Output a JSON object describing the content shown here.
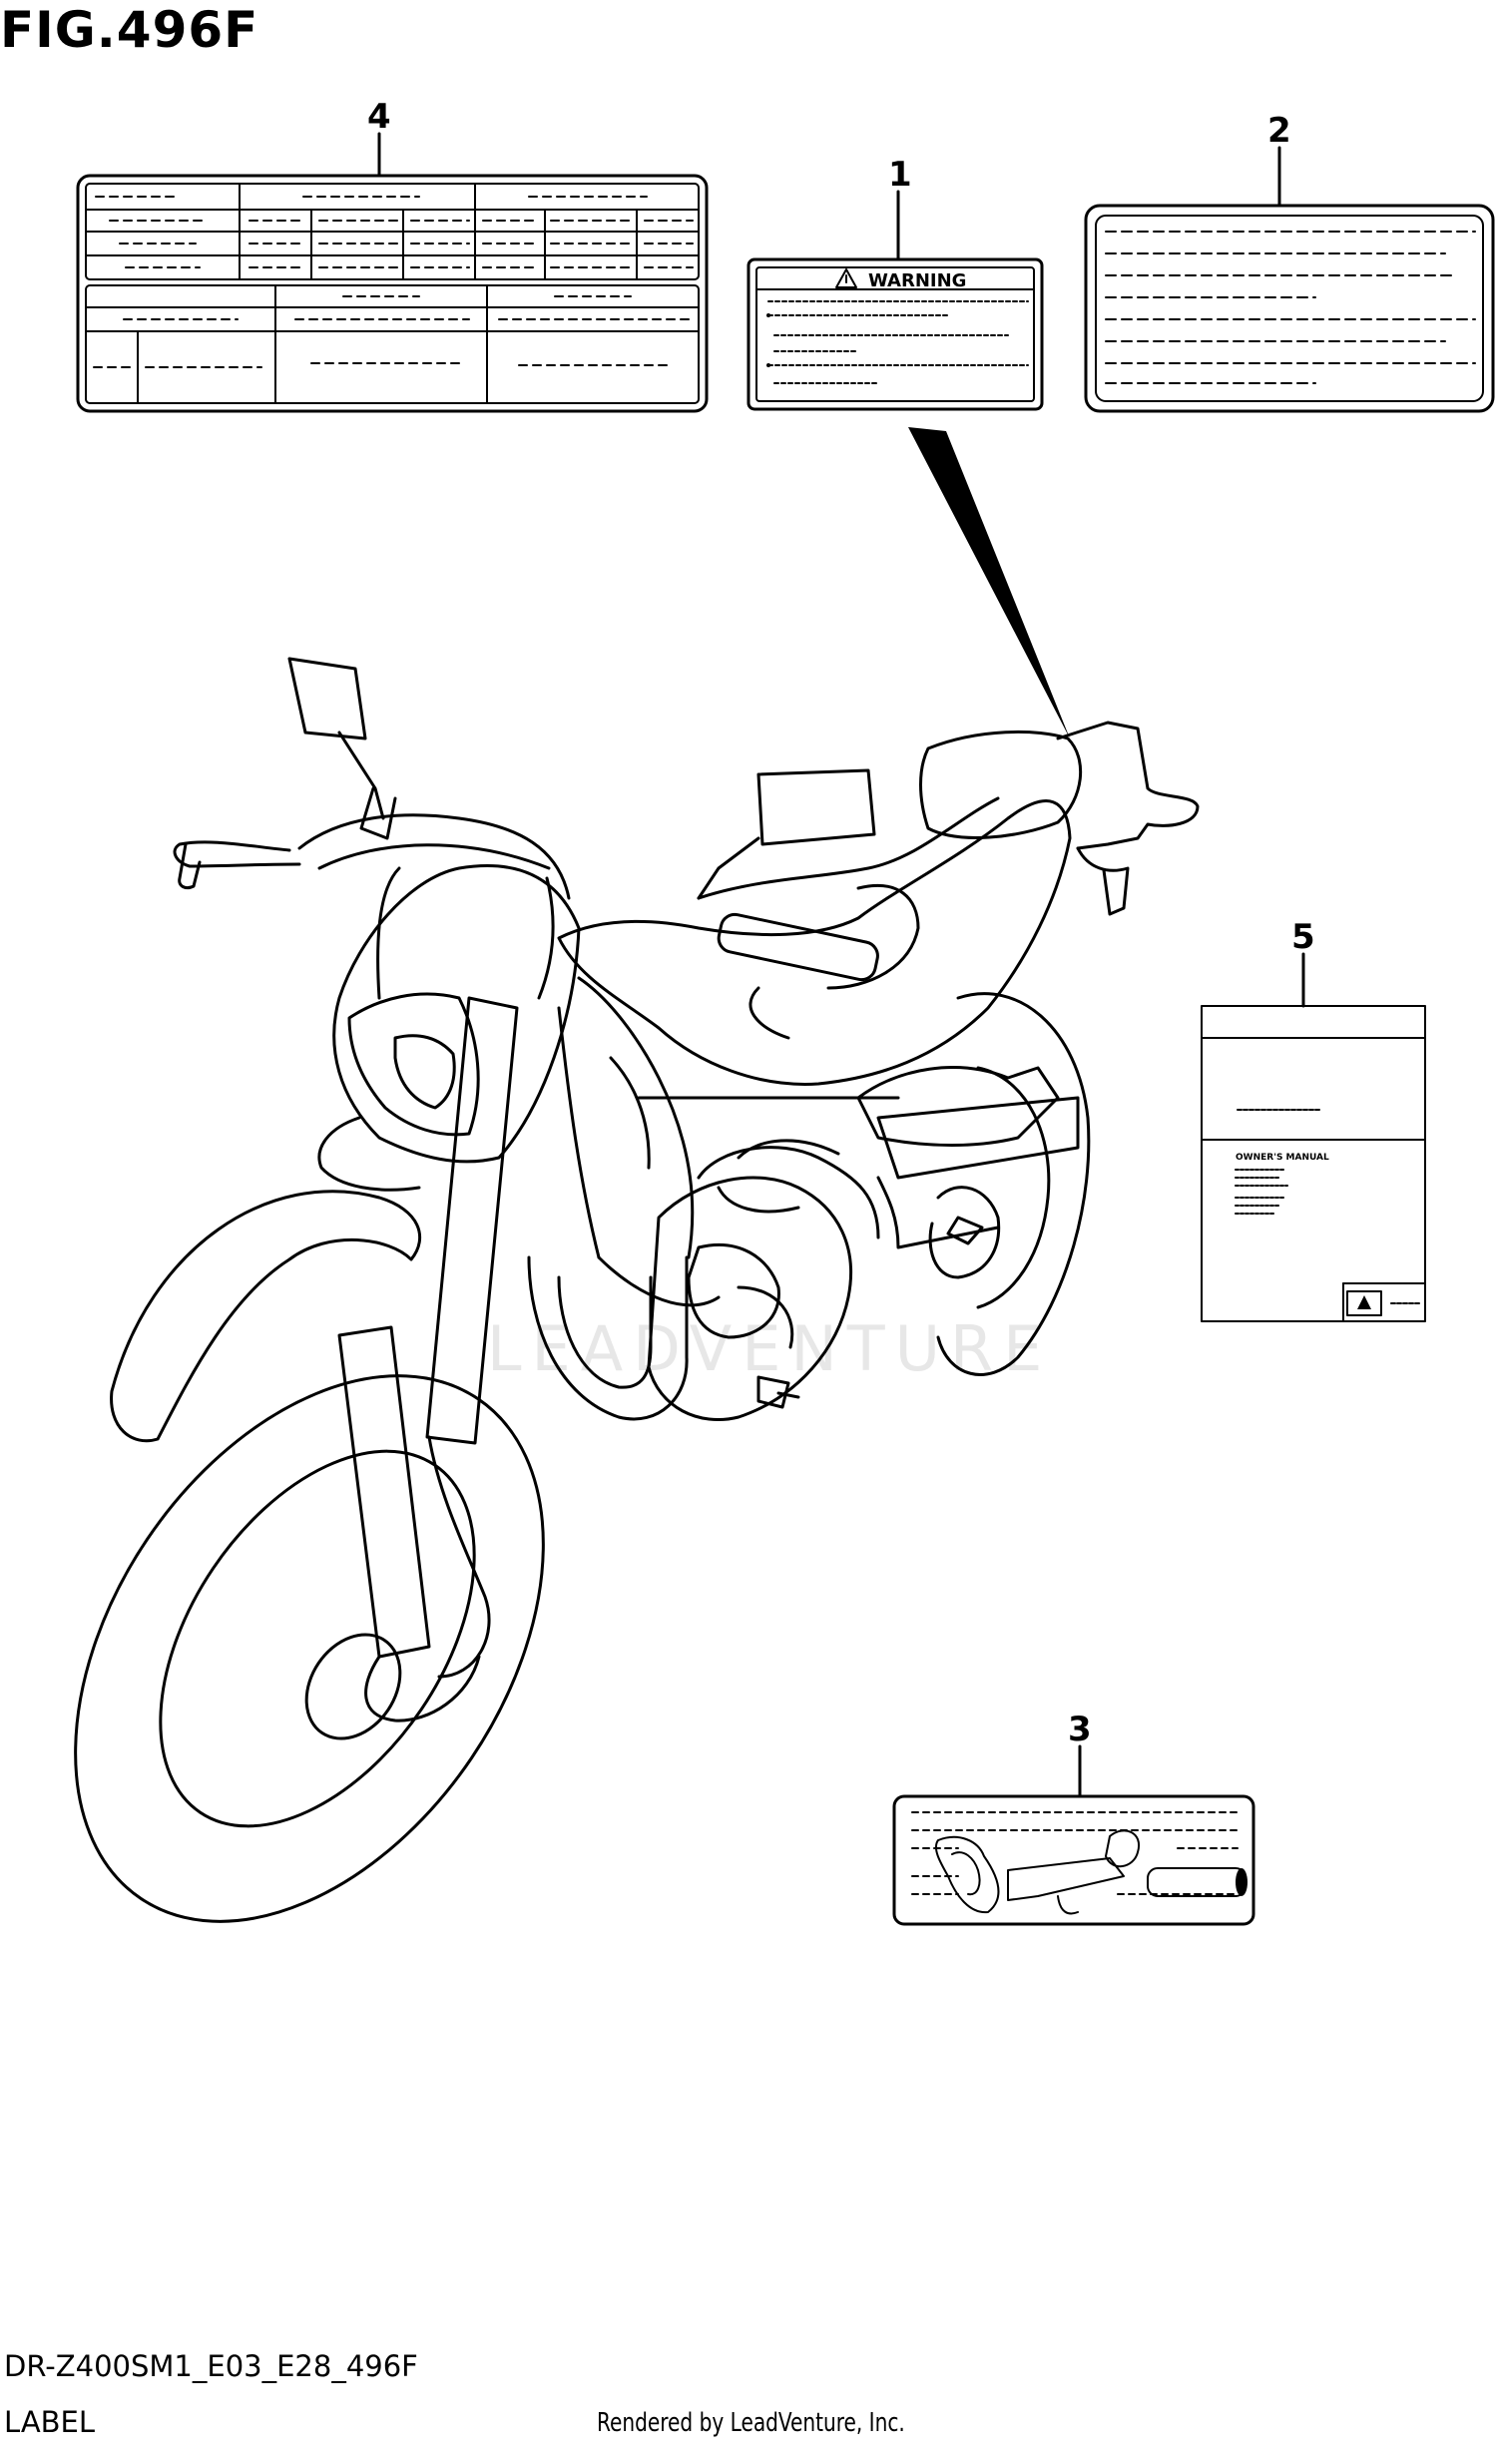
{
  "figure": {
    "title": "FIG.496F"
  },
  "callouts": [
    "1",
    "2",
    "3",
    "4",
    "5"
  ],
  "labels": {
    "warning_label": {
      "heading": "WARNING"
    },
    "owners_manual": {
      "text": "OWNER'S MANUAL"
    }
  },
  "watermark": "LEADVENTURE",
  "footer": {
    "model_code": "DR-Z400SM1_E03_E28_496F",
    "section": "LABEL",
    "rendered_by": "Rendered by LeadVenture, Inc."
  }
}
